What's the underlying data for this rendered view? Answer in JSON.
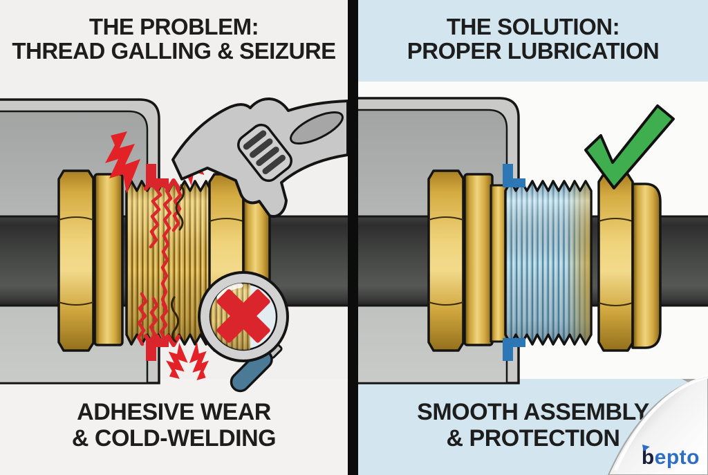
{
  "panels": {
    "problem": {
      "title_line1": "THE PROBLEM:",
      "title_line2": "THREAD GALLING & SEIZURE",
      "caption_line1": "ADHESIVE WEAR",
      "caption_line2": "& COLD-WELDING",
      "icons": [
        "wrench-icon",
        "magnifier-icon",
        "x-mark-icon",
        "lightning-bolt-icon",
        "warning-bracket-icon"
      ]
    },
    "solution": {
      "title_line1": "THE SOLUTION:",
      "title_line2": "PROPER LUBRICATION",
      "caption_line1": "SMOOTH ASSEMBLY",
      "caption_line2": "& PROTECTION",
      "icons": [
        "check-mark-icon",
        "alignment-bracket-icon",
        "lubricated-threads"
      ]
    }
  },
  "logo": {
    "first_letter": "b",
    "rest": "epto"
  },
  "colors": {
    "divider": "#0c0c0c",
    "problem_bg": "#f1f0ee",
    "solution_bg": "#fbfbfa",
    "solution_band_blue": "#d3e5ee",
    "brass_light": "#f0d47c",
    "brass_mid": "#d9b452",
    "brass_dark": "#8a671c",
    "pipe_gray": "#3a3a3a",
    "plate_gray": "#b9bbba",
    "damage_red": "#d9252b",
    "marker_blue": "#2d77b5",
    "lube_blue": "#aed2e0",
    "check_green": "#3fae4e",
    "wrench_gray": "#c8c8c8",
    "magnifier_handle_blue": "#4b7a96",
    "logo_navy": "#16203c",
    "logo_blue": "#2e6ec5"
  }
}
